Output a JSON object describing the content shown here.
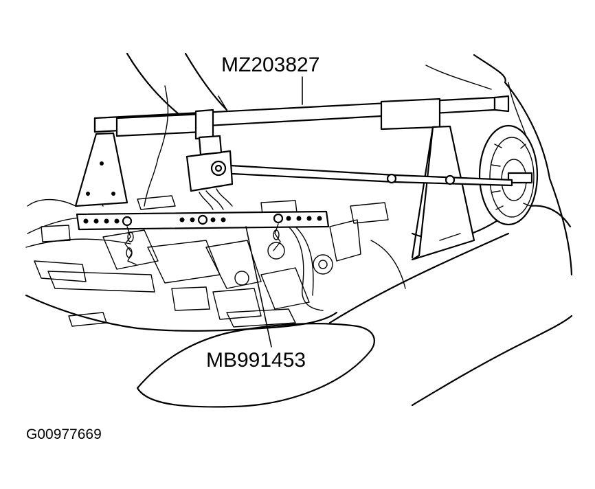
{
  "labels": {
    "tool_top": "MZ203827",
    "tool_bottom": "MB991453",
    "figure_number": "G00977669"
  }
}
